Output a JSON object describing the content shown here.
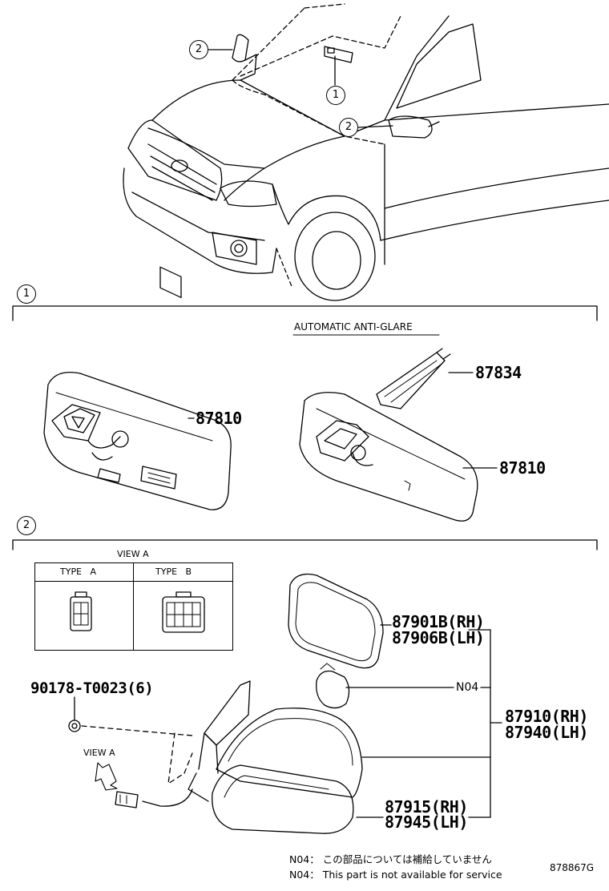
{
  "figure_code": "878867G",
  "callouts": {
    "c1": "1",
    "c2": "2"
  },
  "section1": {
    "marker": "1",
    "subtitle": "AUTOMATIC ANTI-GLARE"
  },
  "section2": {
    "marker": "2"
  },
  "parts": {
    "p87834": "87834",
    "p87810_left": "87810",
    "p87810_right": "87810",
    "p87901b": "87901B(RH)",
    "p87906b": "87906B(LH)",
    "n04_label": "N04",
    "p90178": "90178-T0023(6)",
    "p87910": "87910(RH)",
    "p87940": "87940(LH)",
    "p87915": "87915(RH)",
    "p87945": "87945(LH)"
  },
  "view_a_table": {
    "title": "VIEW A",
    "type_a": "TYPE   A",
    "type_b": "TYPE   B"
  },
  "view_a_arrow_label": "VIEW A",
  "notes": {
    "jp": "N04： この部品については補給していません",
    "en": "N04： This part is not available for service"
  }
}
